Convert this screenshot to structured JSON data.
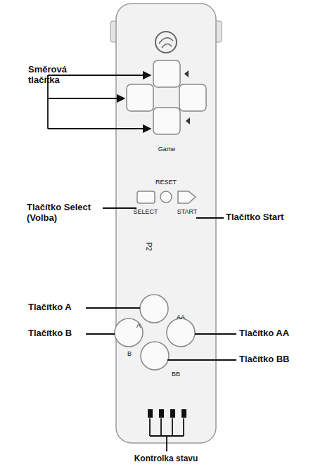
{
  "diagram": {
    "labels": [
      "Směrová tlačítka",
      "Game",
      "RESET",
      "Tlačítko Select (Volba)",
      "SELECT",
      "START",
      "Tlačítko Start",
      "P2",
      "Tlačítko A",
      "A",
      "AA",
      "Tlačítko AA",
      "Tlačítko B",
      "B",
      "BB",
      "Tlačítko BB",
      "Kontrolka stavu"
    ]
  }
}
